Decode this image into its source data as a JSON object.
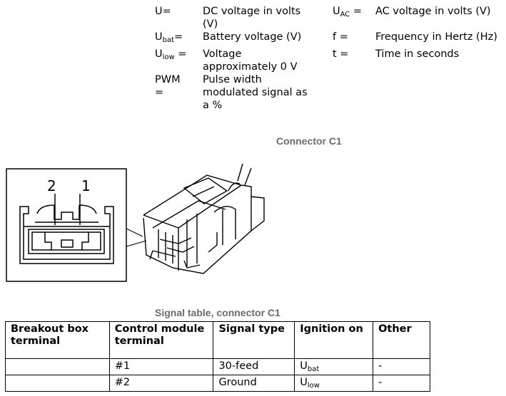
{
  "legend": [
    {
      "sym_base": "U=",
      "sym_sub": "",
      "sym_tail": "",
      "desc": "DC voltage in volts (V)"
    },
    {
      "sym_base": "U",
      "sym_sub": "bat",
      "sym_tail": "=",
      "desc": "Battery voltage (V)"
    },
    {
      "sym_base": "U",
      "sym_sub": "low",
      "sym_tail": " =",
      "desc": "Voltage approximately 0 V"
    },
    {
      "sym_base": "PWM =",
      "sym_sub": "",
      "sym_tail": "",
      "desc": "Pulse width modulated signal as a %"
    },
    {
      "sym_base": "U",
      "sym_sub": "AC",
      "sym_tail": " =",
      "desc": "AC voltage in volts (V)"
    },
    {
      "sym_base": "f =",
      "sym_sub": "",
      "sym_tail": "",
      "desc": "Frequency in Hertz (Hz)"
    },
    {
      "sym_base": "t =",
      "sym_sub": "",
      "sym_tail": "",
      "desc": "Time in seconds"
    }
  ],
  "connector_heading": "Connector C1",
  "pin_labels": [
    "2",
    "1"
  ],
  "table_heading": "Signal table, connector C1",
  "table": {
    "headers": [
      "Breakout box terminal",
      "Control module terminal",
      "Signal type",
      "Ignition on",
      "Other"
    ],
    "rows": [
      {
        "breakout": "",
        "module": "#1",
        "signal": "30-feed",
        "ign_base": "U",
        "ign_sub": "bat",
        "other": "-"
      },
      {
        "breakout": "",
        "module": "#2",
        "signal": "Ground",
        "ign_base": "U",
        "ign_sub": "low",
        "other": "-"
      }
    ]
  }
}
